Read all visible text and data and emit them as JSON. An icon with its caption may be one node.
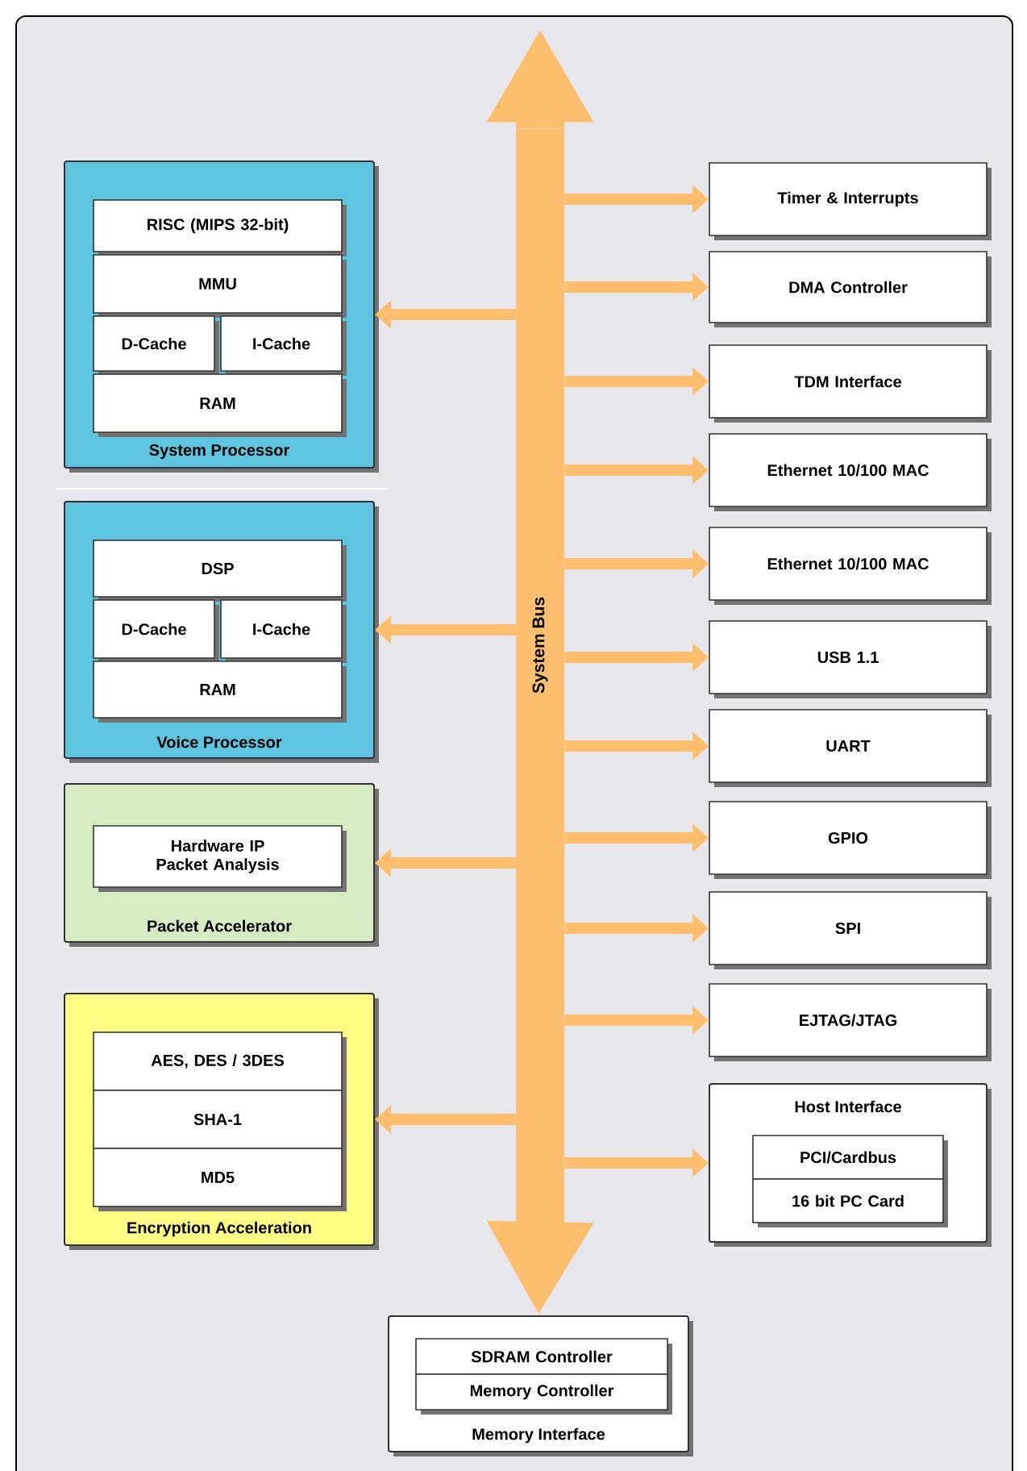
{
  "diagram": {
    "nodes": [
      {
        "text": [
          "System Processor"
        ]
      },
      {
        "text": [
          "RISC (MIPS 32-bit)"
        ],
        "in": 0
      },
      {
        "text": [
          "MMU"
        ],
        "in": 0
      },
      {
        "text": [
          "D-Cache"
        ],
        "in": 0
      },
      {
        "text": [
          "I-Cache"
        ],
        "in": 0
      },
      {
        "text": [
          "RAM"
        ],
        "in": 0
      },
      {
        "text": [
          "Voice Processor"
        ]
      },
      {
        "text": [
          "DSP"
        ],
        "in": 6
      },
      {
        "text": [
          "D-Cache"
        ],
        "in": 6
      },
      {
        "text": [
          "I-Cache"
        ],
        "in": 6
      },
      {
        "text": [
          "RAM"
        ],
        "in": 6
      },
      {
        "text": [
          "Packet Accelerator"
        ]
      },
      {
        "text": [
          "Hardware IP Packet Analysis"
        ],
        "in": 11
      },
      {
        "text": [
          "Encryption Acceleration"
        ]
      },
      {
        "text": [
          "AES, DES / 3DES"
        ],
        "in": 13
      },
      {
        "text": [
          "SHA-1"
        ],
        "in": 13
      },
      {
        "text": [
          "MD5"
        ],
        "in": 13
      },
      {
        "text": [
          "System Bus"
        ]
      },
      {
        "text": [
          "Timer & Interrupts"
        ]
      },
      {
        "text": [
          "DMA Controller"
        ]
      },
      {
        "text": [
          "TDM Interface"
        ]
      },
      {
        "text": [
          "Ethernet 10/100 MAC"
        ]
      },
      {
        "text": [
          "Ethernet 10/100 MAC"
        ]
      },
      {
        "text": [
          "USB 1.1"
        ]
      },
      {
        "text": [
          "UART"
        ]
      },
      {
        "text": [
          "GPIO"
        ]
      },
      {
        "text": [
          "SPI"
        ]
      },
      {
        "text": [
          "EJTAG/JTAG"
        ]
      },
      {
        "text": [
          "Host Interface"
        ]
      },
      {
        "text": [
          "PCI/Cardbus"
        ],
        "in": 28
      },
      {
        "text": [
          "16 bit PC Card"
        ],
        "in": 28
      },
      {
        "text": [
          "Memory Interface"
        ]
      },
      {
        "text": [
          "SDRAM Controller"
        ],
        "in": 31
      },
      {
        "text": [
          "Memory Controller"
        ],
        "in": 31
      }
    ],
    "edges": [
      {
        "from": 17,
        "to": null,
        "arrow": "to",
        "style": "thick"
      },
      {
        "from": 17,
        "to": 0,
        "arrow": "to"
      },
      {
        "from": 17,
        "to": 6,
        "arrow": "to"
      },
      {
        "from": 17,
        "to": 11,
        "arrow": "to"
      },
      {
        "from": 17,
        "to": 13,
        "arrow": "to"
      },
      {
        "from": 17,
        "to": 18,
        "arrow": "to"
      },
      {
        "from": 17,
        "to": 19,
        "arrow": "to"
      },
      {
        "from": 17,
        "to": 20,
        "arrow": "to"
      },
      {
        "from": 17,
        "to": 21,
        "arrow": "to"
      },
      {
        "from": 17,
        "to": 22,
        "arrow": "to"
      },
      {
        "from": 17,
        "to": 23,
        "arrow": "to"
      },
      {
        "from": 17,
        "to": 24,
        "arrow": "to"
      },
      {
        "from": 17,
        "to": 25,
        "arrow": "to"
      },
      {
        "from": 17,
        "to": 26,
        "arrow": "to"
      },
      {
        "from": 17,
        "to": 27,
        "arrow": "to"
      },
      {
        "from": 17,
        "to": 28,
        "arrow": "to"
      },
      {
        "from": 17,
        "to": 31,
        "arrow": "to",
        "style": "thick"
      }
    ]
  }
}
